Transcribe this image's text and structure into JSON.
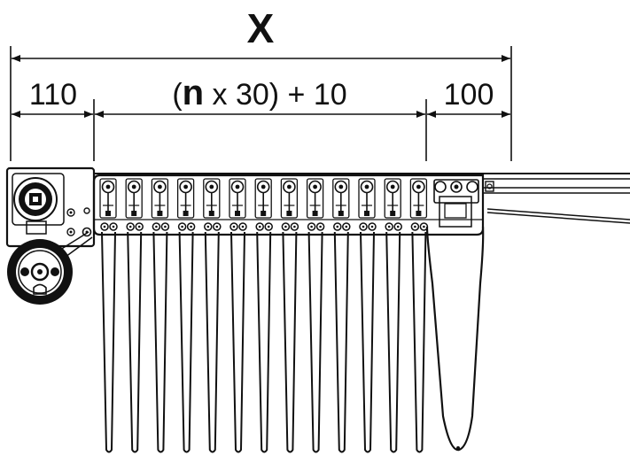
{
  "dimensions": {
    "total_label": "X",
    "left_label": "110",
    "middle_label": {
      "open": "(",
      "n": "n",
      "rest": " x 30) + 10"
    },
    "right_label": "100"
  },
  "carriage": {
    "hanger_count": 13
  }
}
